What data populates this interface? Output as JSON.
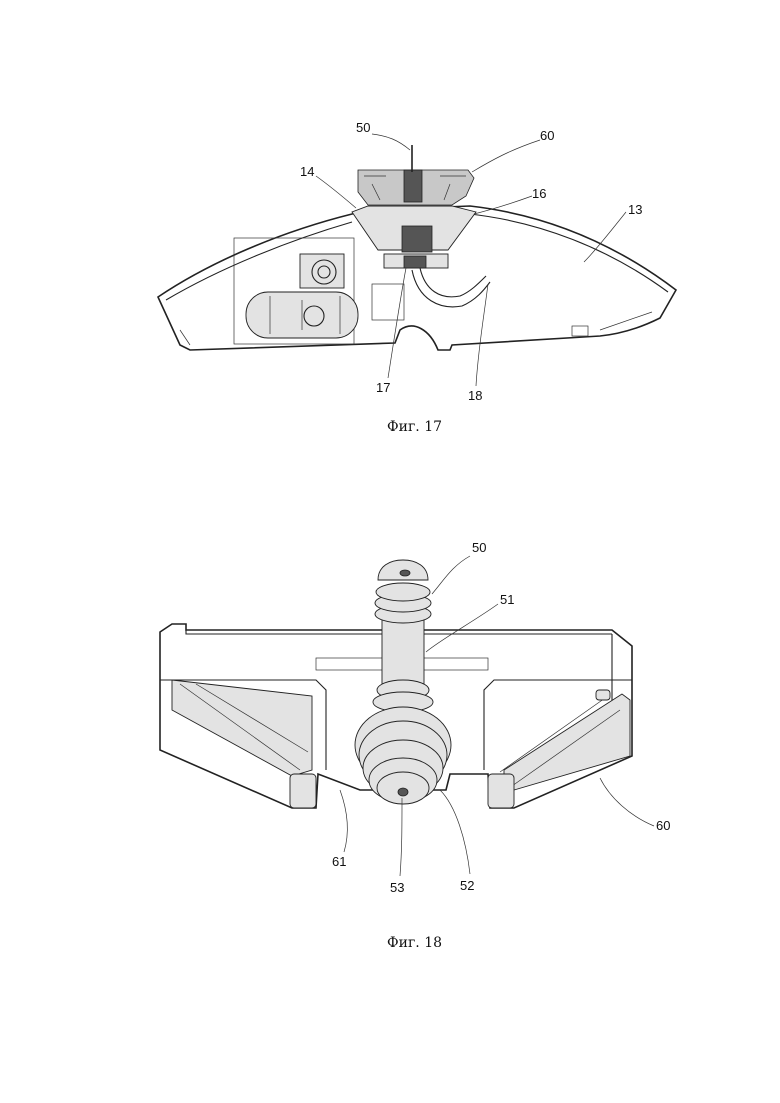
{
  "figures": [
    {
      "id": "fig17",
      "caption": "Фиг. 17",
      "labels": [
        "50",
        "60",
        "14",
        "16",
        "13",
        "17",
        "18"
      ]
    },
    {
      "id": "fig18",
      "caption": "Фиг. 18",
      "labels": [
        "50",
        "51",
        "61",
        "53",
        "52",
        "60"
      ]
    }
  ]
}
